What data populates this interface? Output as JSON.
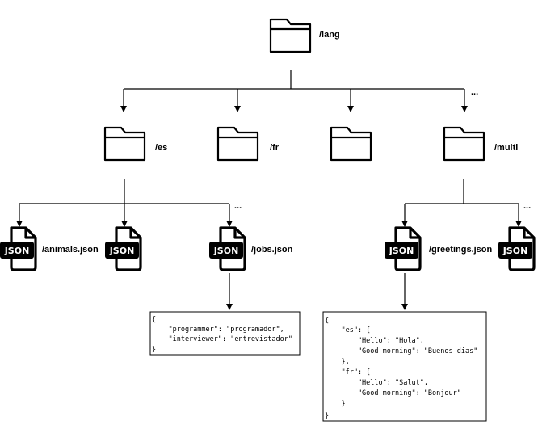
{
  "root": {
    "label": "/lang"
  },
  "folders": [
    {
      "label": "/es"
    },
    {
      "label": "/fr"
    },
    {
      "label": ""
    },
    {
      "label": "/multi"
    }
  ],
  "lang_more": "...",
  "es_files": [
    {
      "label": "/animals.json",
      "badge": "JSON"
    },
    {
      "label": "",
      "badge": "JSON"
    },
    {
      "label": "/jobs.json",
      "badge": "JSON"
    }
  ],
  "es_more": "...",
  "multi_files": [
    {
      "label": "/greetings.json",
      "badge": "JSON"
    },
    {
      "label": "",
      "badge": "JSON"
    }
  ],
  "multi_more": "...",
  "jobs_code": [
    "{",
    "    \"programmer\": \"programador\",",
    "    \"interviewer\": \"entrevistador\"",
    "}"
  ],
  "greetings_code": [
    "{",
    "    \"es\": {",
    "        \"Hello\": \"Hola\",",
    "        \"Good morning\": \"Buenos dias\"",
    "    },",
    "    \"fr\": {",
    "        \"Hello\": \"Salut\",",
    "        \"Good morning\": \"Bonjour\"",
    "    }",
    "}"
  ]
}
